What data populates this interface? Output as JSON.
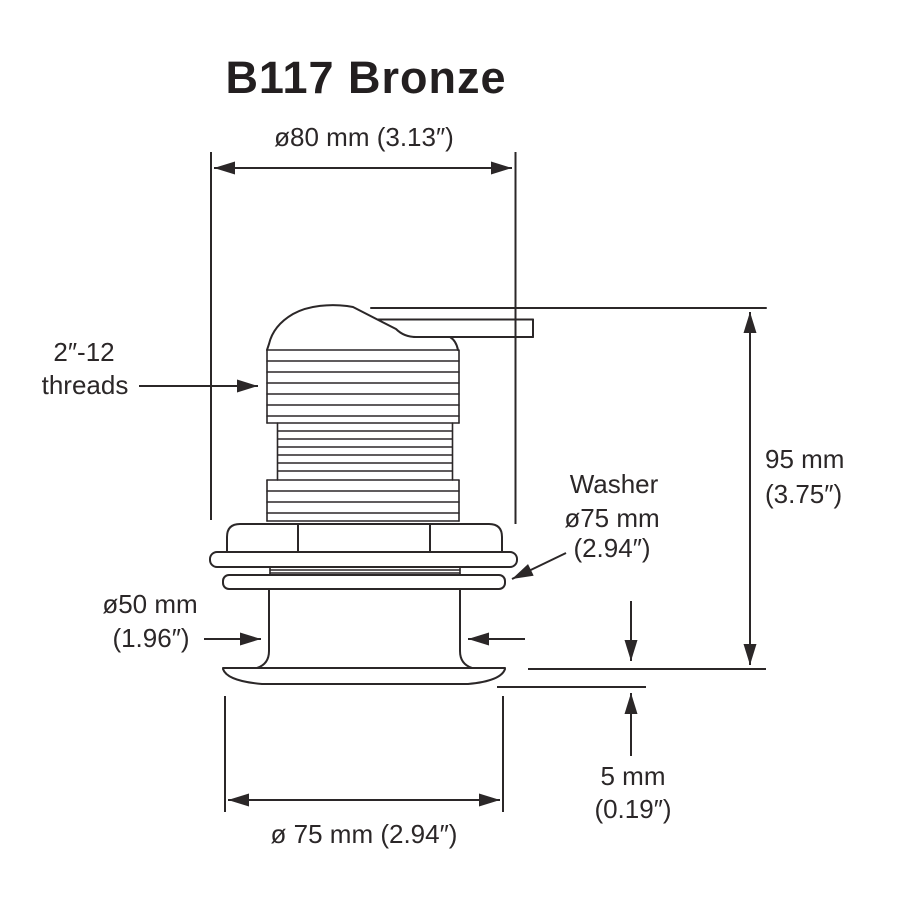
{
  "title": "B117 Bronze",
  "colors": {
    "ink": "#2b2728",
    "background": "#ffffff"
  },
  "annotations": {
    "top_diameter": {
      "text": "ø80 mm (3.13″)"
    },
    "thread_spec": {
      "line1": "2″-12",
      "line2": "threads"
    },
    "overall_height": {
      "line1": "95 mm",
      "line2": "(3.75″)"
    },
    "washer": {
      "line1": "Washer",
      "line2": "ø75 mm",
      "line3": "(2.94″)"
    },
    "stem_diameter": {
      "line1": "ø50 mm",
      "line2": "(1.96″)"
    },
    "flange_thickness": {
      "line1": "5 mm",
      "line2": "(0.19″)"
    },
    "flange_diameter": {
      "text": "ø 75 mm (2.94″)"
    }
  }
}
